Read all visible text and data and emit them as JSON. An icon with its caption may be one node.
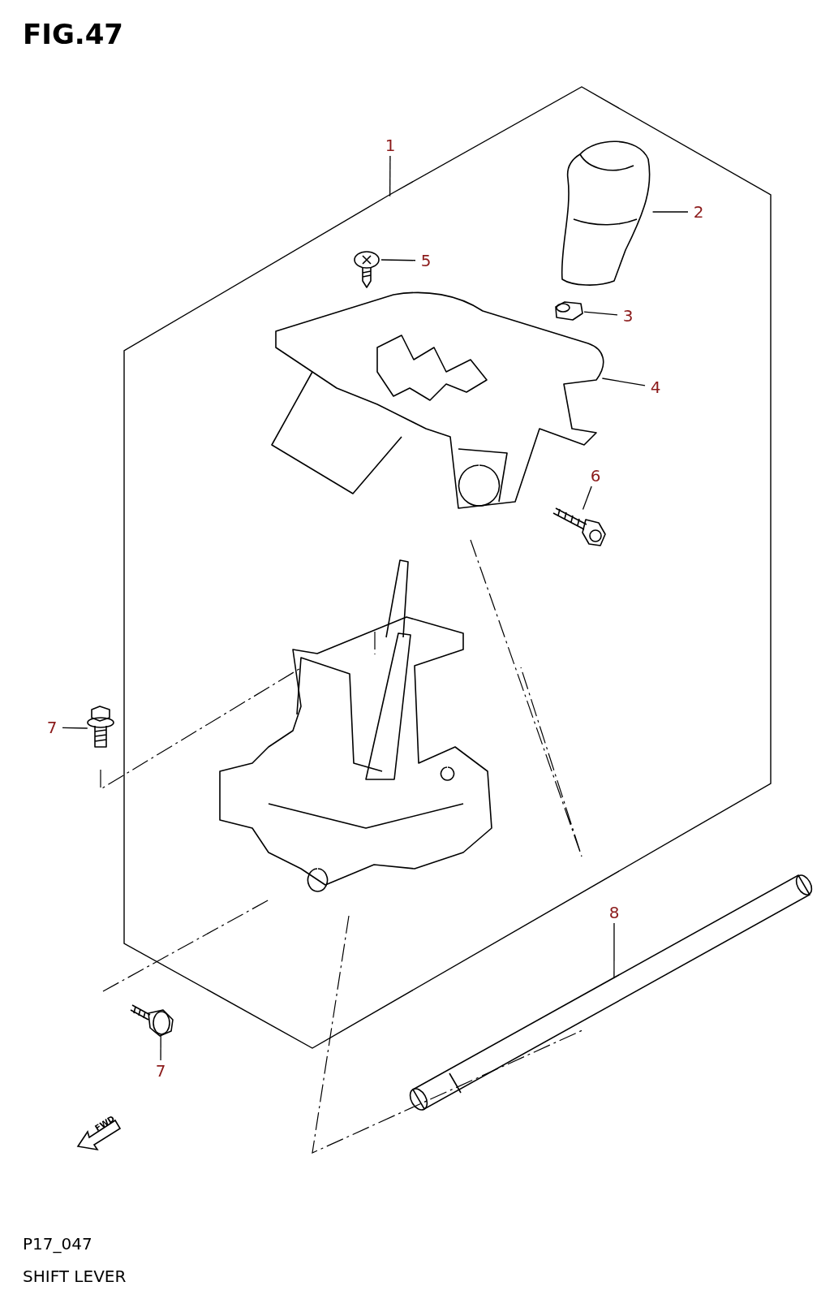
{
  "diagram": {
    "title": "FIG.47",
    "nodes": [
      {
        "text": [
          "1"
        ]
      },
      {
        "text": [],
        "shape": "hexagon"
      },
      {
        "text": [],
        "shape": "picture",
        "in": 1
      },
      {
        "text": [
          "2"
        ],
        "in": 1
      },
      {
        "text": [],
        "shape": "picture",
        "in": 1
      },
      {
        "text": [
          "3"
        ],
        "in": 1
      },
      {
        "text": [
          "5"
        ],
        "in": 1
      },
      {
        "text": [],
        "shape": "picture",
        "in": 1
      },
      {
        "text": [],
        "shape": "picture",
        "in": 1
      },
      {
        "text": [
          "4"
        ],
        "in": 1
      },
      {
        "text": [
          "6"
        ],
        "in": 1
      },
      {
        "text": [],
        "shape": "picture",
        "in": 1
      },
      {
        "text": [
          "7"
        ]
      },
      {
        "text": [],
        "shape": "picture"
      },
      {
        "text": [
          "8"
        ]
      },
      {
        "text": [],
        "shape": "picture"
      },
      {
        "text": [],
        "shape": "picture"
      },
      {
        "text": [
          "7"
        ]
      }
    ],
    "edges": [
      {
        "from": 0,
        "to": 1,
        "arrow": "none"
      },
      {
        "from": 3,
        "to": 2,
        "arrow": "none"
      },
      {
        "from": 5,
        "to": 4,
        "arrow": "none"
      },
      {
        "from": 6,
        "to": 7,
        "arrow": "none"
      },
      {
        "from": 9,
        "to": 8,
        "arrow": "none"
      },
      {
        "from": 10,
        "to": 11,
        "arrow": "none"
      },
      {
        "from": 12,
        "to": 13,
        "arrow": "none"
      },
      {
        "from": 14,
        "to": 15,
        "arrow": "none"
      },
      {
        "from": 17,
        "to": 16,
        "arrow": "none"
      }
    ],
    "labels": [
      "FWD",
      "P17_047",
      "SHIFT LEVER"
    ]
  }
}
